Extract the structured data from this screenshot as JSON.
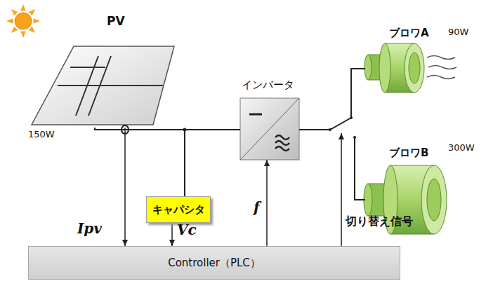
{
  "diagram": {
    "nodes": [
      {
        "text": [
          "PV",
          "150W"
        ]
      },
      {
        "text": [
          "インバータ"
        ]
      },
      {
        "text": [
          "ブロワA",
          "90W"
        ]
      },
      {
        "text": [
          "ブロワB",
          "300W"
        ]
      },
      {
        "text": [
          "キャパシタ"
        ]
      },
      {
        "text": [
          "Controller（PLC）"
        ]
      }
    ],
    "edges": [
      {
        "from": 0,
        "to": 1,
        "arrow": "none"
      },
      {
        "from": 4,
        "to": 1,
        "arrow": "none"
      },
      {
        "from": 1,
        "to": 2,
        "arrow": "none"
      },
      {
        "from": 1,
        "to": 3,
        "arrow": "none"
      },
      {
        "from": 0,
        "to": 5,
        "label": "Ipv",
        "arrow": "to"
      },
      {
        "from": 4,
        "to": 5,
        "label": "Vc",
        "arrow": "to"
      },
      {
        "from": 5,
        "to": 1,
        "label": "f",
        "arrow": "to"
      }
    ],
    "labels": [
      "切り替え信号"
    ]
  }
}
